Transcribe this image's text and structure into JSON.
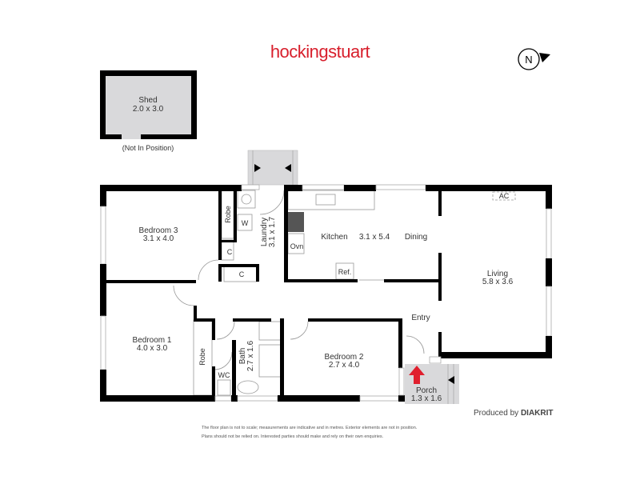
{
  "brand": {
    "logo_text": "hockingstuart",
    "accent": "#d8202d"
  },
  "compass": {
    "label": "N"
  },
  "shed": {
    "name": "Shed",
    "size": "2.0 x 3.0",
    "note": "(Not In Position)"
  },
  "rooms": {
    "bedroom3": {
      "name": "Bedroom 3",
      "size": "3.1 x 4.0"
    },
    "bedroom1": {
      "name": "Bedroom 1",
      "size": "4.0 x 3.0"
    },
    "bedroom2": {
      "name": "Bedroom 2",
      "size": "2.7 x 4.0"
    },
    "laundry": {
      "name": "Laundry",
      "size": "3.1 x 1.7"
    },
    "kitchen": {
      "name": "Kitchen",
      "size": "3.1 x 5.4",
      "dining": "Dining"
    },
    "living": {
      "name": "Living",
      "size": "5.8 x 3.6"
    },
    "bath": {
      "name": "Bath",
      "size": "2.7 x 1.6"
    },
    "porch": {
      "name": "Porch",
      "size": "1.3 x 1.6"
    },
    "entry": {
      "name": "Entry"
    }
  },
  "fixtures": {
    "robe": "Robe",
    "w": "W",
    "c": "C",
    "oven": "Ovn",
    "ref": "Ref.",
    "ac": "AC",
    "wc": "WC"
  },
  "footer": {
    "produced_by": "Produced by",
    "producer": "DIAKRIT",
    "disclaimer_1": "The floor plan is not to scale; measurements are indicative and in metres. Exterior elements are not in position.",
    "disclaimer_2": "Plans should not be relied on. Interested parties should make and rely on their own enquiries."
  }
}
